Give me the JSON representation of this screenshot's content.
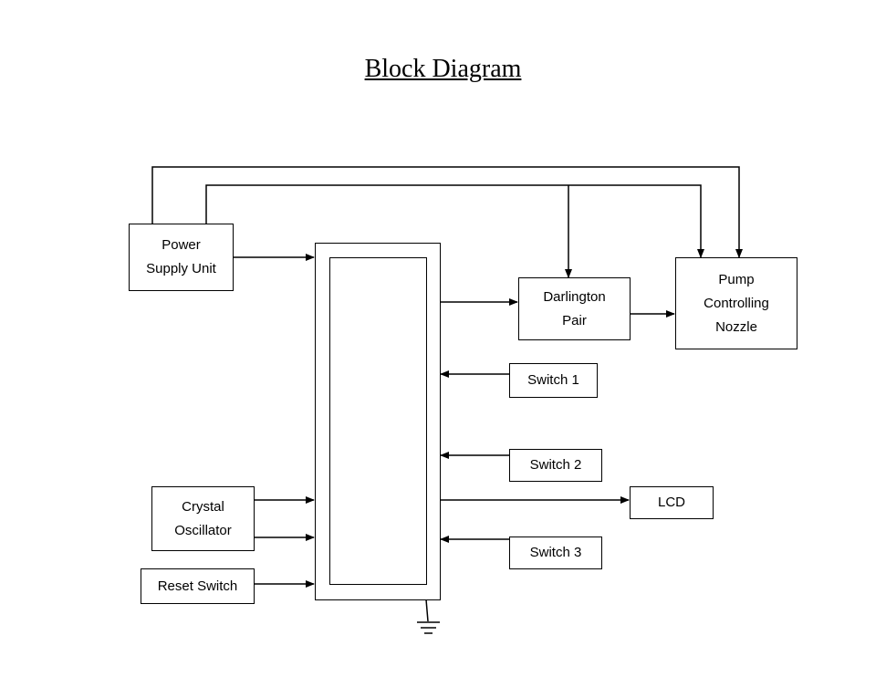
{
  "title": "Block Diagram",
  "blocks": {
    "power_supply": [
      "Power",
      "Supply Unit"
    ],
    "darlington": [
      "Darlington",
      "Pair"
    ],
    "pump": [
      "Pump",
      "Controlling",
      "Nozzle"
    ],
    "switch1": "Switch 1",
    "switch2": "Switch 2",
    "switch3": "Switch 3",
    "lcd": "LCD",
    "crystal": [
      "Crystal",
      "Oscillator"
    ],
    "reset": "Reset Switch"
  }
}
